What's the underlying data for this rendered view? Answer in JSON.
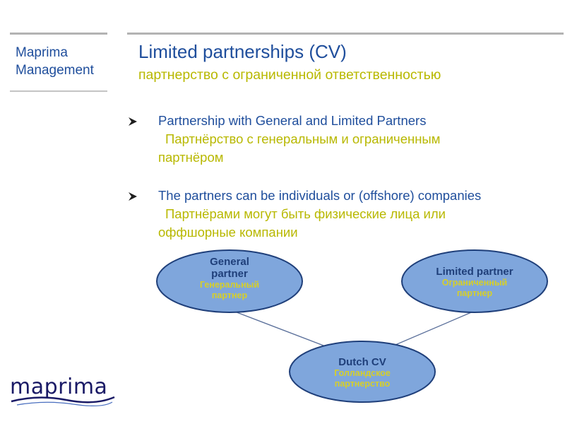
{
  "header": {
    "brand_line1": "Maprima",
    "brand_line2": "Management",
    "title": "Limited partnerships (CV)",
    "subtitle": "партнерство с ограниченной ответственностью"
  },
  "bullets": [
    {
      "en": "Partnership with General and Limited Partners",
      "ru_line1": "Партнёрство с генеральным и ограниченным",
      "ru_line2": "партнёром"
    },
    {
      "en": "The partners can be individuals or (offshore) companies",
      "ru_line1": "Партнёрами могут быть физические лица или",
      "ru_line2": "оффшорные компании"
    }
  ],
  "diagram": {
    "nodes": [
      {
        "id": "general",
        "en_line1": "General",
        "en_line2": "partner",
        "ru_line1": "Генеральный",
        "ru_line2": "партнер"
      },
      {
        "id": "limited",
        "en_line1": "Limited partner",
        "ru_line1": "Ограниченный",
        "ru_line2": "партнер"
      },
      {
        "id": "cv",
        "en_line1": "Dutch CV",
        "ru_line1": "Голландское",
        "ru_line2": "партнерство"
      }
    ],
    "edges": [
      {
        "from": "general",
        "to": "cv"
      },
      {
        "from": "limited",
        "to": "cv"
      }
    ]
  },
  "logo": {
    "text": "maprima"
  },
  "colors": {
    "primary_blue": "#1f4e9c",
    "accent_yellow": "#b8b800",
    "node_fill": "#7fa6dc",
    "node_stroke": "#1f3f7a",
    "divider": "#b3b3b3"
  }
}
